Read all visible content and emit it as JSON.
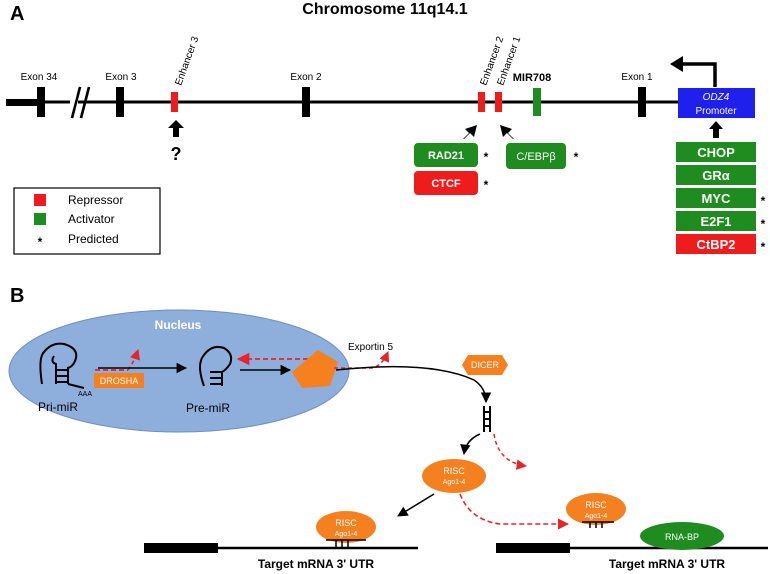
{
  "panel_a": {
    "panel_label": "A",
    "title": "Chromosome 11q14.1",
    "exons": [
      "Exon 34",
      "Exon 3",
      "Exon 2",
      "Exon 1"
    ],
    "enhancers": [
      "Enhancer 3",
      "Enhancer 2",
      "Enhancer 1"
    ],
    "mir_label": "MIR708",
    "promoter_gene": "ODZ4",
    "promoter_label": "Promoter",
    "unknown_mark": "?",
    "enhancer2_factors": [
      {
        "name": "RAD21",
        "type": "activator",
        "star": "*"
      },
      {
        "name": "CTCF",
        "type": "repressor",
        "star": "*"
      }
    ],
    "enhancer1_factors": [
      {
        "name": "C/EBPβ",
        "type": "activator",
        "star": "*"
      }
    ],
    "promoter_factors": [
      {
        "name": "CHOP",
        "type": "activator",
        "star": ""
      },
      {
        "name": "GRα",
        "type": "activator",
        "star": ""
      },
      {
        "name": "MYC",
        "type": "activator",
        "star": "*"
      },
      {
        "name": "E2F1",
        "type": "activator",
        "star": "*"
      },
      {
        "name": "CtBP2",
        "type": "repressor",
        "star": "*"
      }
    ],
    "legend": [
      {
        "label": "Repressor",
        "color": "#ee1c1c"
      },
      {
        "label": "Activator",
        "color": "#1e8c1e"
      },
      {
        "label": "Predicted",
        "symbol": "*"
      }
    ]
  },
  "panel_b": {
    "panel_label": "B",
    "nucleus_label": "Nucleus",
    "drosha_label": "DROSHA",
    "aaa_label": "AAA",
    "pri_mir_label": "Pri-miR",
    "pre_mir_label": "Pre-miR",
    "exportin_label": "Exportin 5",
    "dicer_label": "DICER",
    "risc_label": "RISC",
    "ago_label": "Ago1-4",
    "rnabp_label": "RNA-BP",
    "target_labels": [
      "Target mRNA 3' UTR",
      "Target mRNA 3' UTR"
    ]
  },
  "colors": {
    "repressor": "#ee1c1c",
    "activator": "#1e8c1e",
    "orange": "#f5801f",
    "promoter_blue": "#1f1fee",
    "nucleus_fill": "#8eaedb",
    "dashed_arrow": "#e8242a"
  }
}
